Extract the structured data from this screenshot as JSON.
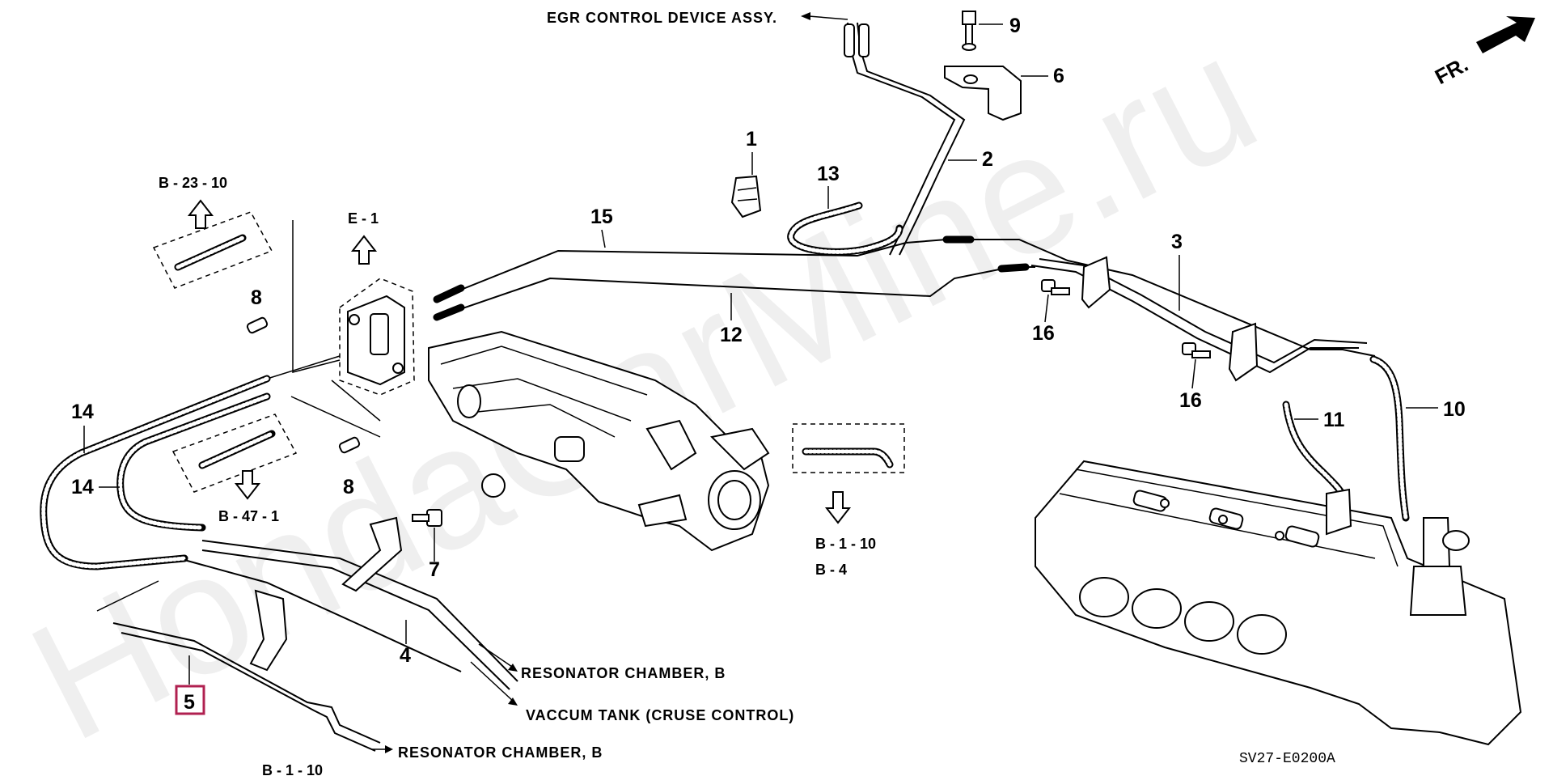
{
  "watermark": "HondaCarMine.ru",
  "diagram_code": "SV27-E0200A",
  "direction_label": "FR.",
  "part_numbers": {
    "p1": "1",
    "p2": "2",
    "p3": "3",
    "p4": "4",
    "p5": "5",
    "p6": "6",
    "p7": "7",
    "p8a": "8",
    "p8b": "8",
    "p9": "9",
    "p10": "10",
    "p11": "11",
    "p12": "12",
    "p13": "13",
    "p14a": "14",
    "p14b": "14",
    "p15": "15",
    "p16a": "16",
    "p16b": "16"
  },
  "highlighted_part": "5",
  "references": {
    "b23_10": "B - 23 - 10",
    "e1": "E - 1",
    "b47_1": "B - 47 - 1",
    "b1_10_right": "B - 1 - 10",
    "b4": "B - 4",
    "b1_10_bottom": "B - 1 - 10"
  },
  "notes": {
    "egr": "EGR CONTROL DEVICE ASSY.",
    "resonator1": "RESONATOR CHAMBER, B",
    "vacuum": "VACCUM TANK (CRUSE CONTROL)",
    "resonator2": "RESONATOR CHAMBER, B"
  },
  "colors": {
    "highlight": "#b02050",
    "ink": "#000000",
    "background": "#ffffff"
  }
}
